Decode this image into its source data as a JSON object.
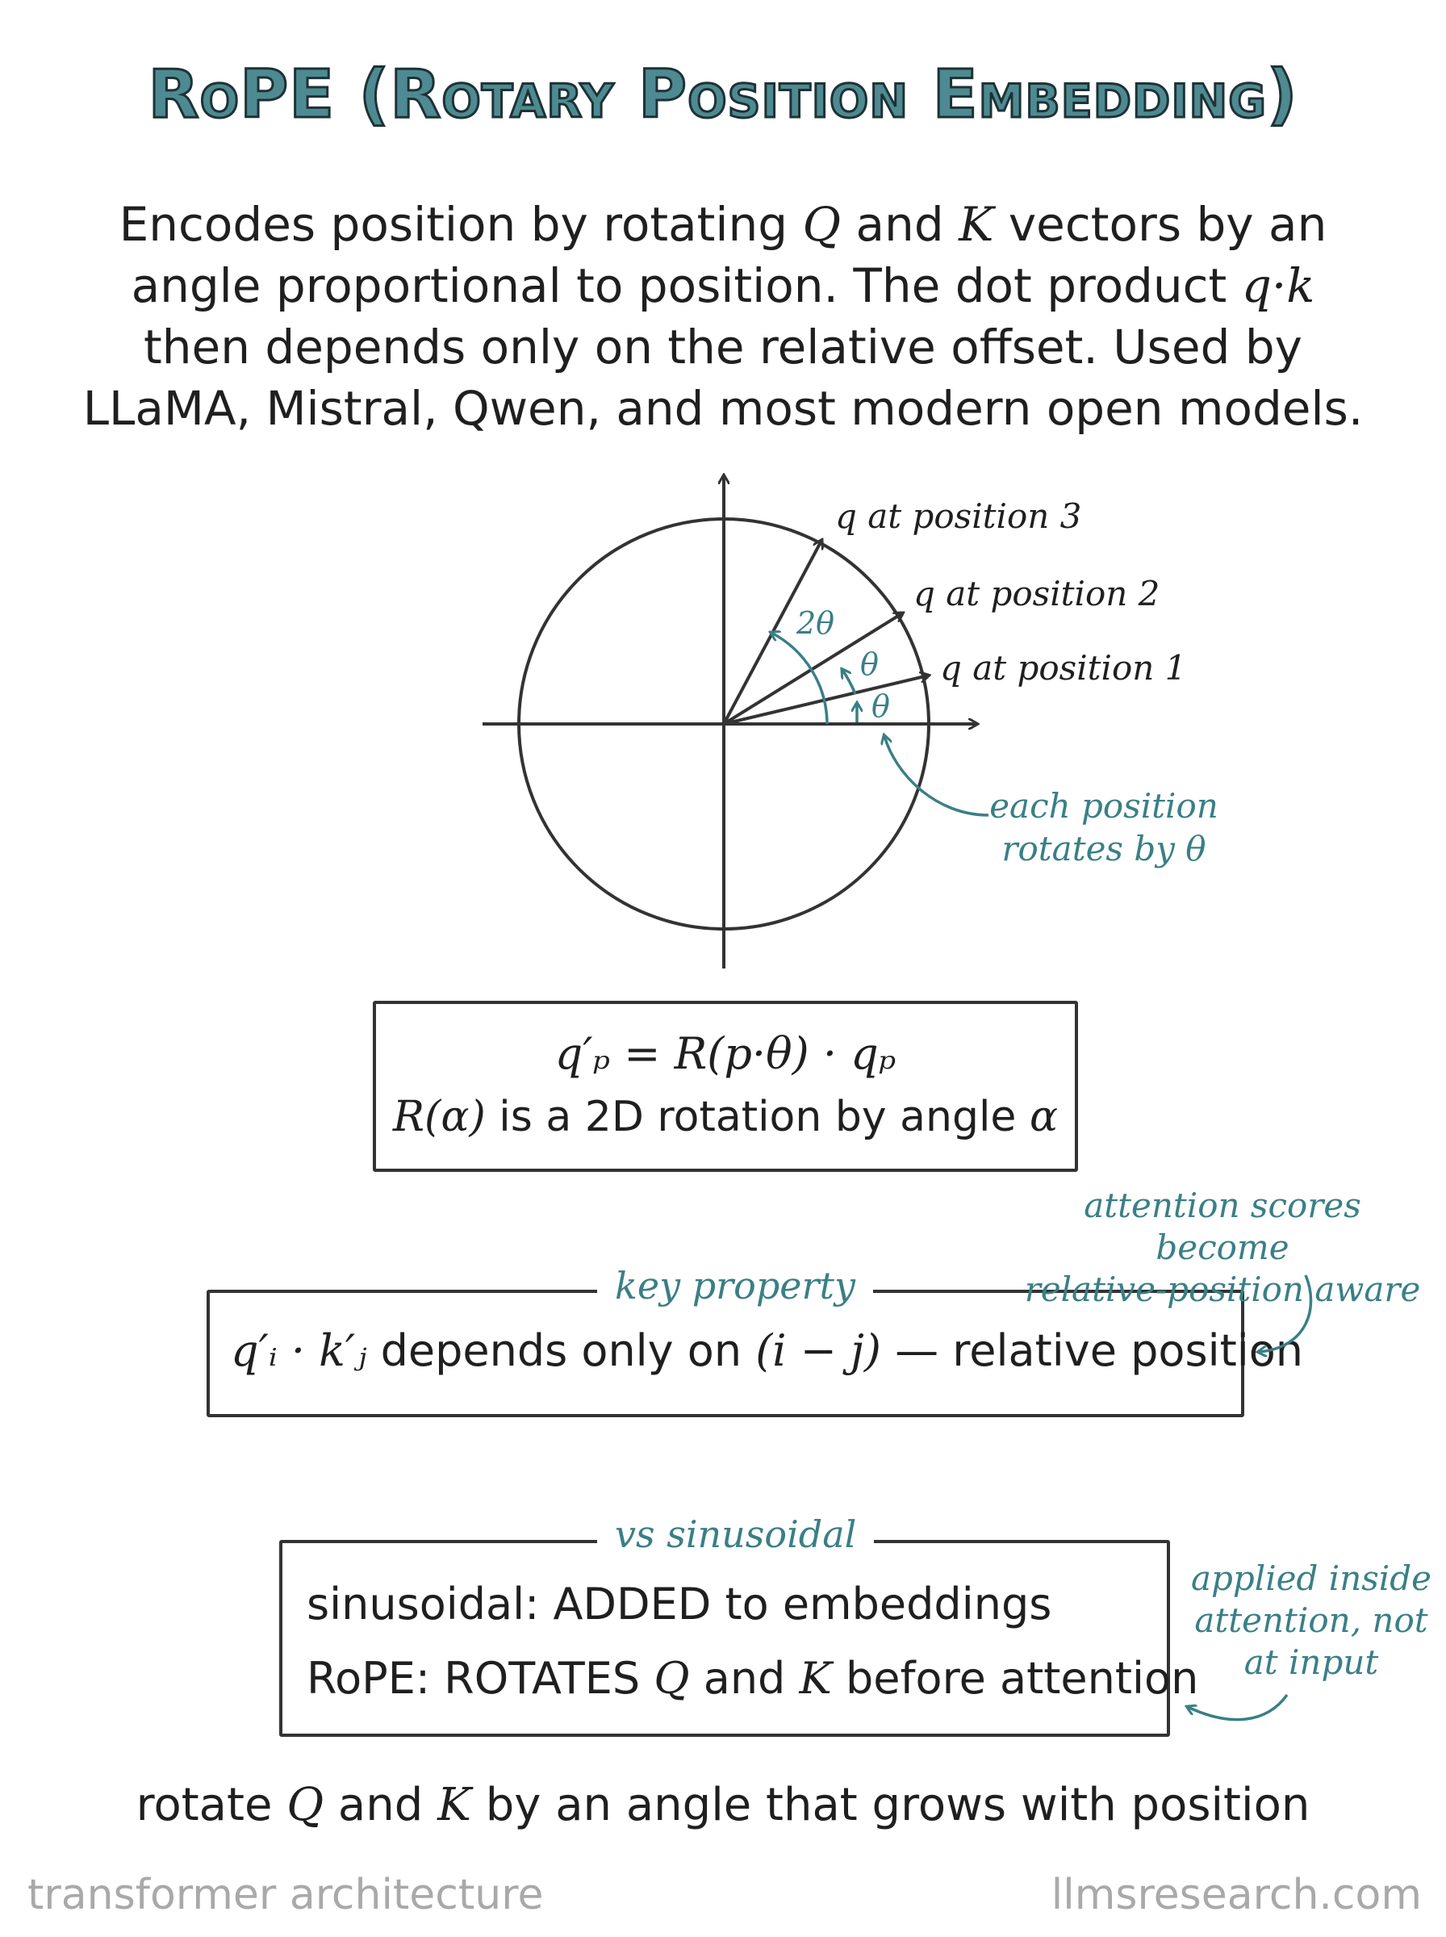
{
  "title": "RoPE (Rotary Position Embedding)",
  "intro": {
    "lines": [
      [
        "Encodes position by rotating ",
        {
          "m": "Q"
        },
        " and ",
        {
          "m": "K"
        },
        " vectors by an"
      ],
      [
        "angle proportional to position. The dot product ",
        {
          "m": "q·k"
        }
      ],
      [
        "then depends only on the relative offset. Used by"
      ],
      [
        "LLaMA, Mistral, Qwen, and most modern open models."
      ]
    ]
  },
  "diagram": {
    "labels": {
      "pos3": "q at position 3",
      "pos2": "q at position 2",
      "pos1": "q at position 1",
      "angle_2theta": "2θ",
      "angle_theta_a": "θ",
      "angle_theta_b": "θ"
    },
    "note": [
      "each position",
      "rotates by θ"
    ]
  },
  "formula_box": {
    "line1": "q′ₚ = R(p·θ) · qₚ",
    "line2_math": "R(α)",
    "line2_text": " is a 2D rotation by angle ",
    "line2_math2": "α"
  },
  "key_property": {
    "label": "key property",
    "math": "q′ᵢ · k′ⱼ",
    "text1": " depends only on ",
    "math2": "(i − j)",
    "text2": " — relative position",
    "note": [
      "attention scores become",
      "relative-position aware"
    ]
  },
  "vs_box": {
    "label": "vs sinusoidal",
    "line1": "sinusoidal: ADDED to embeddings",
    "line2_a": "RoPE: ROTATES ",
    "line2_q": "Q",
    "line2_b": " and ",
    "line2_k": "K",
    "line2_c": " before attention",
    "note": [
      "applied inside",
      "attention, not",
      "at input"
    ]
  },
  "summary": {
    "a": "rotate ",
    "q": "Q",
    "b": " and ",
    "k": "K",
    "c": " by an angle that grows with position"
  },
  "footer": {
    "left": "transformer architecture",
    "right": "llmsresearch.com"
  },
  "colors": {
    "accent": "#3a7f86",
    "ink": "#333333",
    "title_fill": "#4e8a91",
    "footer": "#a9a9a9"
  }
}
